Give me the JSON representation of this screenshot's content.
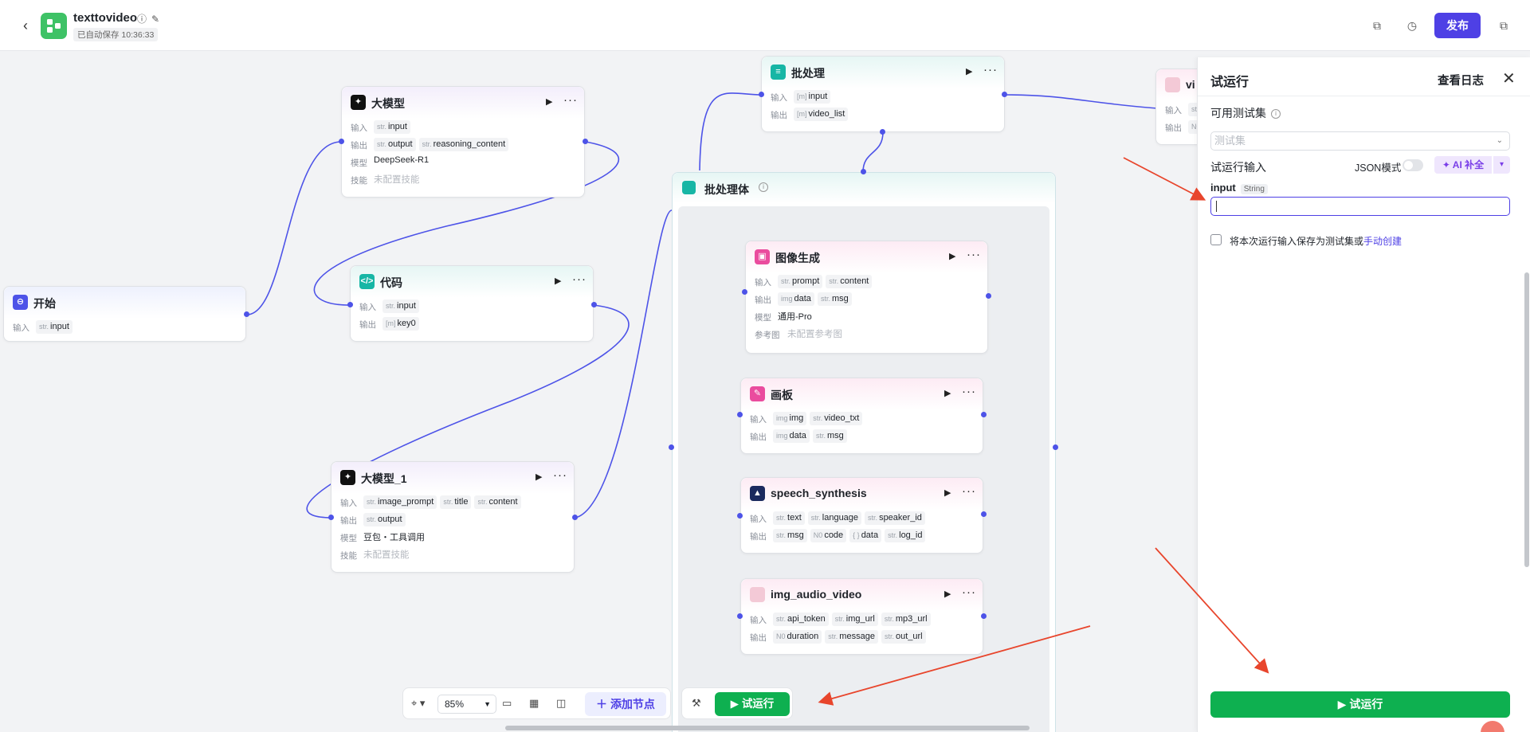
{
  "topbar": {
    "app_name": "texttovideo",
    "autosave": "已自动保存 10:36:33",
    "publish": "发布",
    "icons": [
      "back-icon",
      "info-icon",
      "edit-icon",
      "copy-icon",
      "history-icon",
      "duplicate-icon"
    ]
  },
  "nodes": {
    "start": {
      "title": "开始",
      "rows": [
        {
          "label": "输入",
          "chips": [
            {
              "t": "str.",
              "v": "input"
            }
          ]
        }
      ]
    },
    "llm": {
      "title": "大模型",
      "rows": [
        {
          "label": "输入",
          "chips": [
            {
              "t": "str.",
              "v": "input"
            }
          ]
        },
        {
          "label": "输出",
          "chips": [
            {
              "t": "str.",
              "v": "output"
            },
            {
              "t": "str.",
              "v": "reasoning_content"
            }
          ]
        },
        {
          "label": "模型",
          "plain": "DeepSeek-R1"
        },
        {
          "label": "技能",
          "muted": "未配置技能"
        }
      ]
    },
    "code": {
      "title": "代码",
      "rows": [
        {
          "label": "输入",
          "chips": [
            {
              "t": "str.",
              "v": "input"
            }
          ]
        },
        {
          "label": "输出",
          "chips": [
            {
              "t": "[m]",
              "v": "key0"
            }
          ]
        }
      ]
    },
    "llm1": {
      "title": "大模型_1",
      "rows": [
        {
          "label": "输入",
          "chips": [
            {
              "t": "str.",
              "v": "image_prompt"
            },
            {
              "t": "str.",
              "v": "title"
            },
            {
              "t": "str.",
              "v": "content"
            }
          ]
        },
        {
          "label": "输出",
          "chips": [
            {
              "t": "str.",
              "v": "output"
            }
          ]
        },
        {
          "label": "模型",
          "plain": "豆包・工具调用"
        },
        {
          "label": "技能",
          "muted": "未配置技能"
        }
      ]
    },
    "batch": {
      "title": "批处理",
      "rows": [
        {
          "label": "输入",
          "chips": [
            {
              "t": "[m]",
              "v": "input"
            }
          ]
        },
        {
          "label": "输出",
          "chips": [
            {
              "t": "[m]",
              "v": "video_list"
            }
          ]
        }
      ]
    },
    "batch_body": {
      "title": "批处理体"
    },
    "imggen": {
      "title": "图像生成",
      "rows": [
        {
          "label": "输入",
          "chips": [
            {
              "t": "str.",
              "v": "prompt"
            },
            {
              "t": "str.",
              "v": "content"
            }
          ]
        },
        {
          "label": "输出",
          "chips": [
            {
              "t": "img",
              "v": "data"
            },
            {
              "t": "str.",
              "v": "msg"
            }
          ]
        },
        {
          "label": "模型",
          "plain": "通用-Pro"
        },
        {
          "label": "参考图",
          "muted": "未配置参考图"
        }
      ]
    },
    "canvas": {
      "title": "画板",
      "rows": [
        {
          "label": "输入",
          "chips": [
            {
              "t": "img",
              "v": "img"
            },
            {
              "t": "str.",
              "v": "video_txt"
            }
          ]
        },
        {
          "label": "输出",
          "chips": [
            {
              "t": "img",
              "v": "data"
            },
            {
              "t": "str.",
              "v": "msg"
            }
          ]
        }
      ]
    },
    "speech": {
      "title": "speech_synthesis",
      "rows": [
        {
          "label": "输入",
          "chips": [
            {
              "t": "str.",
              "v": "text"
            },
            {
              "t": "str.",
              "v": "language"
            },
            {
              "t": "str.",
              "v": "speaker_id"
            }
          ]
        },
        {
          "label": "输出",
          "chips": [
            {
              "t": "str.",
              "v": "msg"
            },
            {
              "t": "N0",
              "v": "code"
            },
            {
              "t": "{ }",
              "v": "data"
            },
            {
              "t": "str.",
              "v": "log_id"
            }
          ]
        }
      ]
    },
    "imgaudio": {
      "title": "img_audio_video",
      "rows": [
        {
          "label": "输入",
          "chips": [
            {
              "t": "str.",
              "v": "api_token"
            },
            {
              "t": "str.",
              "v": "img_url"
            },
            {
              "t": "str.",
              "v": "mp3_url"
            }
          ]
        },
        {
          "label": "输出",
          "chips": [
            {
              "t": "N0",
              "v": "duration"
            },
            {
              "t": "str.",
              "v": "message"
            },
            {
              "t": "str.",
              "v": "out_url"
            }
          ]
        }
      ]
    },
    "video_partial": {
      "title": "vi",
      "rows": [
        {
          "label": "输入",
          "chips": [
            {
              "t": "str.",
              "v": ""
            }
          ]
        },
        {
          "label": "输出",
          "chips": [
            {
              "t": "N0",
              "v": ""
            }
          ]
        }
      ]
    }
  },
  "toolbar": {
    "zoom": "85%",
    "add_node": "添加节点",
    "run": "试运行"
  },
  "panel": {
    "title": "试运行",
    "view_log": "查看日志",
    "testset_label": "可用测试集",
    "testset_placeholder": "测试集",
    "run_input_label": "试运行输入",
    "json_mode": "JSON模式",
    "ai_fill": "AI 补全",
    "input_name": "input",
    "input_type": "String",
    "input_value": "",
    "save_text": "将本次运行输入保存为测试集或",
    "save_link": "手动创建",
    "run_button": "试运行"
  },
  "colors": {
    "accent": "#4e40e5",
    "edge": "#4d53e8",
    "run_green": "#0eb050",
    "annotation_arrow": "#e8452c"
  }
}
